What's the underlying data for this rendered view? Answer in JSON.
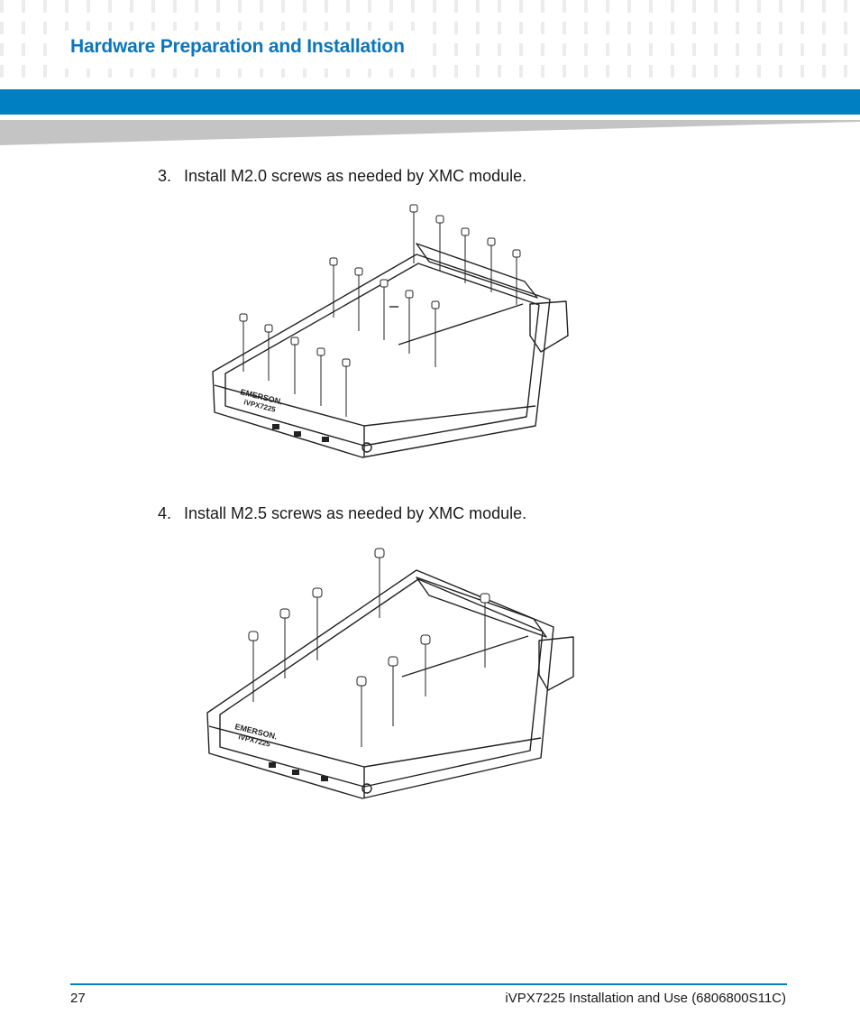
{
  "header": {
    "section_title": "Hardware Preparation and Installation"
  },
  "steps": [
    {
      "number": "3.",
      "text": "Install M2.0 screws as needed by XMC module."
    },
    {
      "number": "4.",
      "text": "Install M2.5 screws as needed by XMC module."
    }
  ],
  "figures": {
    "board_label_1": "EMERSON.",
    "board_label_2": "iVPX7225"
  },
  "footer": {
    "page_number": "27",
    "document_title": "iVPX7225 Installation and Use (6806800S11C)"
  },
  "colors": {
    "accent_blue": "#0080c3",
    "title_blue": "#0b75bd",
    "pattern_gray": "#ececec",
    "wedge_gray": "#c4c4c4"
  }
}
